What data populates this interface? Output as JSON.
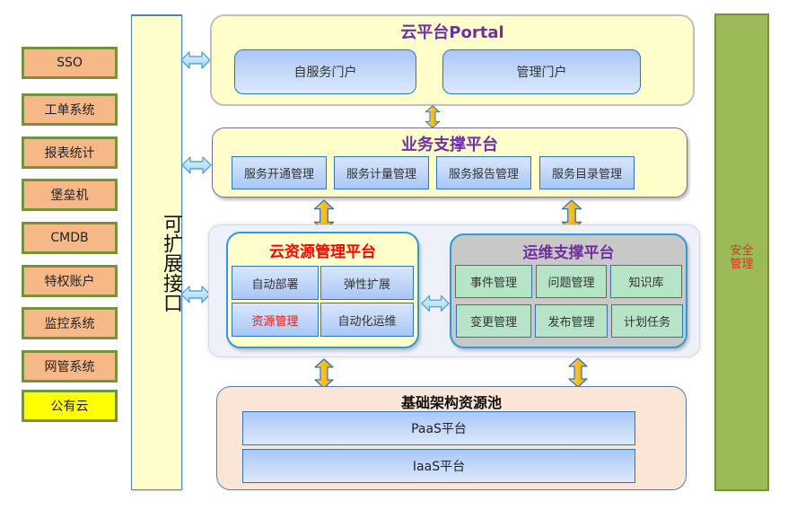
{
  "external_systems": [
    {
      "label": "SSO",
      "color": "#f7b887"
    },
    {
      "label": "工单系统",
      "color": "#f7b887"
    },
    {
      "label": "报表统计",
      "color": "#f7b887"
    },
    {
      "label": "堡垒机",
      "color": "#f7b887"
    },
    {
      "label": "CMDB",
      "color": "#f7b887"
    },
    {
      "label": "特权账户",
      "color": "#f7b887"
    },
    {
      "label": "监控系统",
      "color": "#f7b887"
    },
    {
      "label": "网管系统",
      "color": "#f7b887"
    },
    {
      "label": "公有云",
      "color": "#ffff00"
    }
  ],
  "interface": {
    "label": "可扩展接口"
  },
  "security": {
    "label": "安全管理"
  },
  "portal": {
    "title": "云平台Portal",
    "items": [
      "自服务门户",
      "管理门户"
    ]
  },
  "business_support": {
    "title": "业务支撑平台",
    "items": [
      "服务开通管理",
      "服务计量管理",
      "服务报告管理",
      "服务目录管理"
    ]
  },
  "cloud_resource_mgmt": {
    "title": "云资源管理平台",
    "items": [
      "自动部署",
      "弹性扩展",
      "资源管理",
      "自动化运维"
    ]
  },
  "ops_support": {
    "title": "运维支撑平台",
    "items": [
      "事件管理",
      "问题管理",
      "知识库",
      "变更管理",
      "发布管理",
      "计划任务"
    ]
  },
  "infrastructure": {
    "title": "基础架构资源池",
    "items": [
      "PaaS平台",
      "IaaS平台"
    ]
  },
  "colors": {
    "external_box": "#f7b887",
    "external_border": "#76923c",
    "security_fill": "#9bbb59",
    "title_purple": "#7030a0",
    "title_red": "#ff0000",
    "arrow_h": "#bde3f7",
    "arrow_v": "#ffc000"
  }
}
